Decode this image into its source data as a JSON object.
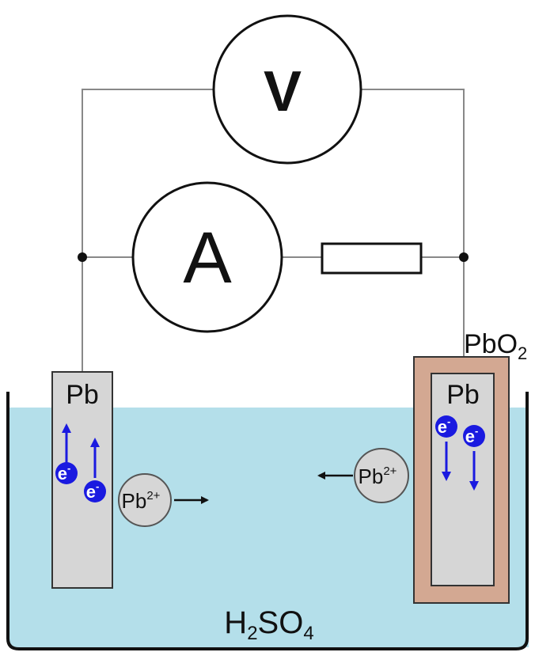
{
  "meters": {
    "voltmeter": "V",
    "ammeter": "A"
  },
  "labels": {
    "left_electrode": "Pb",
    "right_electrode": "Pb",
    "right_coating_main": "PbO",
    "right_coating_sub": "2",
    "electrolyte_h": "H",
    "electrolyte_h_sub": "2",
    "electrolyte_so": "SO",
    "electrolyte_so_sub": "4",
    "ion_base": "Pb",
    "ion_charge": "2+",
    "electron_base": "e",
    "electron_charge": "-"
  },
  "colors": {
    "electrolyte": "#b4dfea",
    "electrode": "#d6d6d6",
    "coating": "#d3a892",
    "electron": "#1a1ae0",
    "wire": "#888888",
    "outline": "#111111"
  }
}
